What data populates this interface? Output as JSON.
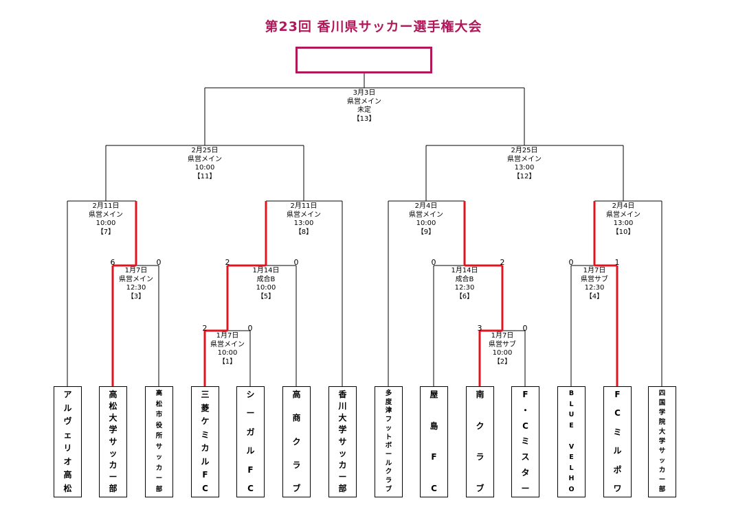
{
  "title": "第23回 香川県サッカー選手権大会",
  "teams": [
    {
      "id": 1,
      "name": "アルヴェリオ高松"
    },
    {
      "id": 2,
      "name": "高松大学サッカー部"
    },
    {
      "id": 3,
      "name": "高松市役所サッカー部"
    },
    {
      "id": 4,
      "name": "三菱ケミカルFC"
    },
    {
      "id": 5,
      "name": "シーガルFC"
    },
    {
      "id": 6,
      "name": "高商クラブ"
    },
    {
      "id": 7,
      "name": "香川大学サッカー部"
    },
    {
      "id": 8,
      "name": "多度津フットボールクラブ"
    },
    {
      "id": 9,
      "name": "屋島FC"
    },
    {
      "id": 10,
      "name": "南クラブ"
    },
    {
      "id": 11,
      "name": "F・Cミスター"
    },
    {
      "id": 12,
      "name": "BLUE VELHO"
    },
    {
      "id": 13,
      "name": "FCミルポワ"
    },
    {
      "id": 14,
      "name": "四国学院大学サッカー部"
    }
  ],
  "matches": [
    {
      "no": "【1】",
      "date": "1月7日",
      "venue": "県営メイン",
      "time": "10:00",
      "score_left": "2",
      "score_right": "0",
      "winner": "left"
    },
    {
      "no": "【2】",
      "date": "1月7日",
      "venue": "県営サブ",
      "time": "10:00",
      "score_left": "3",
      "score_right": "0",
      "winner": "left"
    },
    {
      "no": "【3】",
      "date": "1月7日",
      "venue": "県営メイン",
      "time": "12:30",
      "score_left": "6",
      "score_right": "0",
      "winner": "left"
    },
    {
      "no": "【4】",
      "date": "1月7日",
      "venue": "県営サブ",
      "time": "12:30",
      "score_left": "0",
      "score_right": "1",
      "winner": "right"
    },
    {
      "no": "【5】",
      "date": "1月14日",
      "venue": "成合B",
      "time": "10:00",
      "score_left": "2",
      "score_right": "0",
      "winner": "left"
    },
    {
      "no": "【6】",
      "date": "1月14日",
      "venue": "成合B",
      "time": "12:30",
      "score_left": "0",
      "score_right": "2",
      "winner": "right"
    },
    {
      "no": "【7】",
      "date": "2月11日",
      "venue": "県営メイン",
      "time": "10:00"
    },
    {
      "no": "【8】",
      "date": "2月11日",
      "venue": "県営メイン",
      "time": "13:00"
    },
    {
      "no": "【9】",
      "date": "2月4日",
      "venue": "県営メイン",
      "time": "10:00"
    },
    {
      "no": "【10】",
      "date": "2月4日",
      "venue": "県営メイン",
      "time": "13:00"
    },
    {
      "no": "【11】",
      "date": "2月25日",
      "venue": "県営メイン",
      "time": "10:00"
    },
    {
      "no": "【12】",
      "date": "2月25日",
      "venue": "県営メイン",
      "time": "13:00"
    },
    {
      "no": "【13】",
      "date": "3月3日",
      "venue": "県営メイン",
      "time": "未定"
    }
  ],
  "colors": {
    "title": "#b0185a",
    "winner_line": "#e0141e",
    "line": "#000000",
    "winner_box": "#b0185a"
  }
}
